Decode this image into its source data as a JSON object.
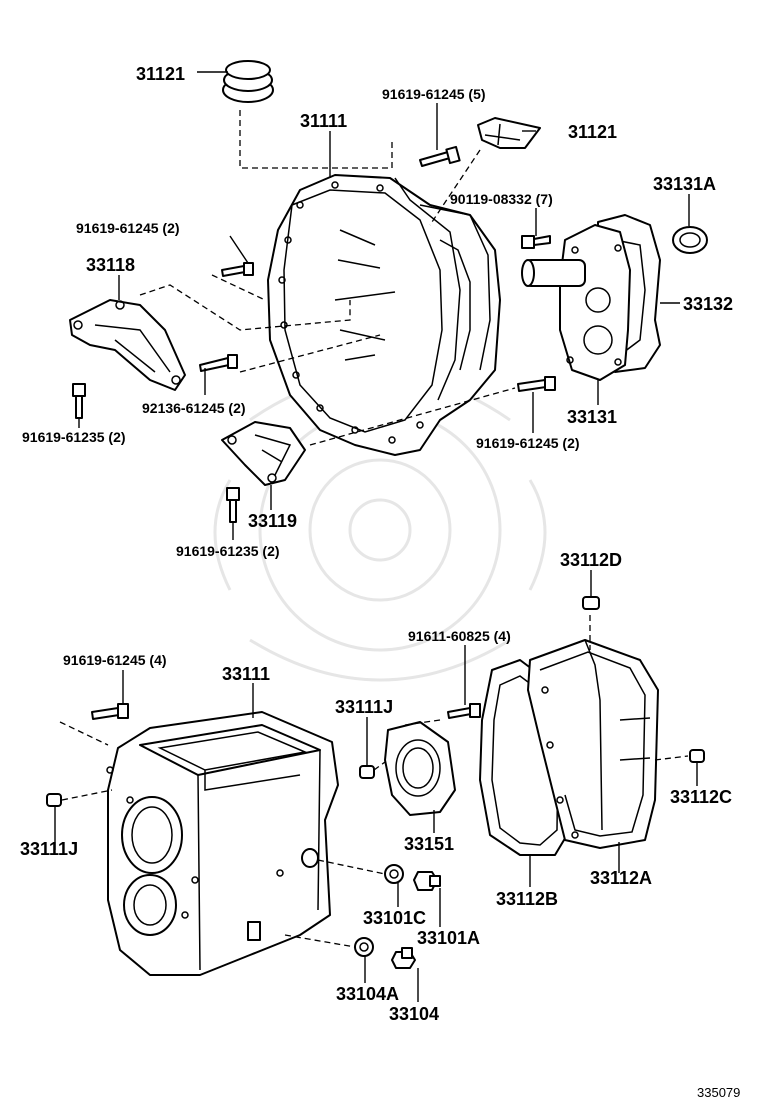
{
  "diagram": {
    "catalog_number": "335079",
    "labels": [
      {
        "id": "l1",
        "text": "31121"
      },
      {
        "id": "l2",
        "text": "91619-61245 (5)"
      },
      {
        "id": "l3",
        "text": "31111"
      },
      {
        "id": "l4",
        "text": "31121"
      },
      {
        "id": "l5",
        "text": "33131A"
      },
      {
        "id": "l6",
        "text": "90119-08332 (7)"
      },
      {
        "id": "l7",
        "text": "91619-61245 (2)"
      },
      {
        "id": "l8",
        "text": "33118"
      },
      {
        "id": "l9",
        "text": "33132"
      },
      {
        "id": "l10",
        "text": "92136-61245 (2)"
      },
      {
        "id": "l11",
        "text": "33131"
      },
      {
        "id": "l12",
        "text": "91619-61235 (2)"
      },
      {
        "id": "l13",
        "text": "91619-61245 (2)"
      },
      {
        "id": "l14",
        "text": "33119"
      },
      {
        "id": "l15",
        "text": "91619-61235 (2)"
      },
      {
        "id": "l16",
        "text": "33112D"
      },
      {
        "id": "l17",
        "text": "91611-60825 (4)"
      },
      {
        "id": "l18",
        "text": "91619-61245 (4)"
      },
      {
        "id": "l19",
        "text": "33111"
      },
      {
        "id": "l20",
        "text": "33111J"
      },
      {
        "id": "l21",
        "text": "33112C"
      },
      {
        "id": "l22",
        "text": "33111J"
      },
      {
        "id": "l23",
        "text": "33151"
      },
      {
        "id": "l24",
        "text": "33101C"
      },
      {
        "id": "l25",
        "text": "33112B"
      },
      {
        "id": "l26",
        "text": "33112A"
      },
      {
        "id": "l27",
        "text": "33101A"
      },
      {
        "id": "l28",
        "text": "33104A"
      },
      {
        "id": "l29",
        "text": "33104"
      }
    ]
  }
}
